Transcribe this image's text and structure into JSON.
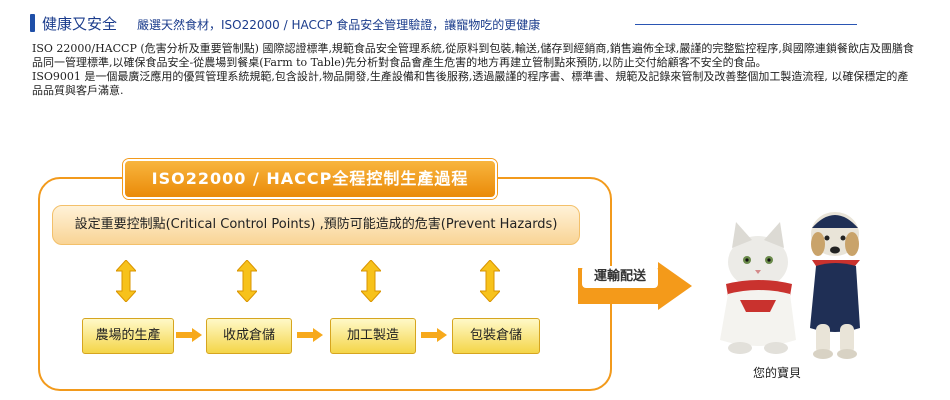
{
  "header": {
    "title": "健康又安全",
    "subtitle": "嚴選天然食材，ISO22000 / HACCP 食品安全管理驗證，讓寵物吃的更健康"
  },
  "intro": {
    "paragraph1": "ISO 22000/HACCP (危害分析及重要管制點) 國際認證標準,規範食品安全管理系統,從原料到包裝,輸送,儲存到經銷商,銷售遍佈全球,嚴謹的完整監控程序,與國際連鎖餐飲店及團膳食品同一管理標準,以確保食品安全-從農場到餐桌(Farm to Table)先分析對食品會產生危害的地方再建立管制點來預防,以防止交付給顧客不安全的食品。",
    "paragraph2": "ISO9001 是一個最廣泛應用的優質管理系統規範,包含設計,物品開發,生產設備和售後服務,透過嚴謹的程序書、標準書、規範及記錄來管制及改善整個加工製造流程, 以確保穩定的產品品質與客戶滿意."
  },
  "flow": {
    "title": "ISO22000 / HACCP全程控制生產過程",
    "ccp": "設定重要控制點(Critical Control Points) ,預防可能造成的危害(Prevent Hazards)",
    "steps": [
      "農場的生產",
      "收成倉儲",
      "加工製造",
      "包裝倉儲"
    ],
    "transport": "運輸配送",
    "caption": "您的寶貝"
  },
  "colors": {
    "accent_orange": "#f29a1c",
    "heading_blue": "#1b3c8c"
  }
}
